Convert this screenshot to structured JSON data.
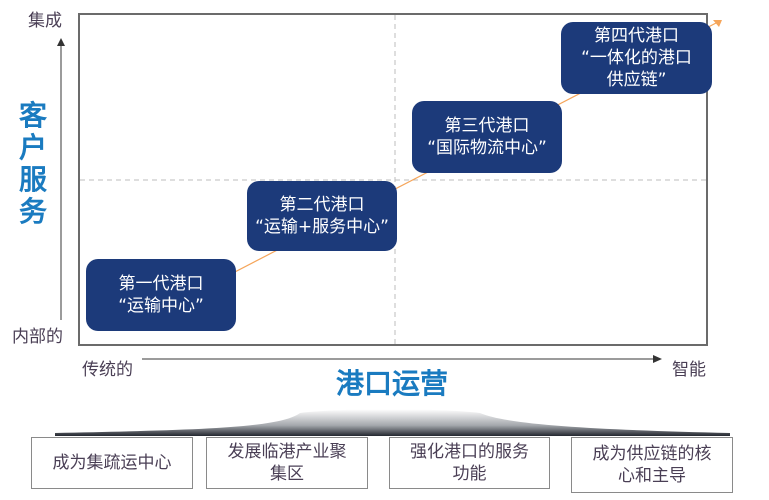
{
  "y_axis": {
    "title": "客户服务",
    "top_label": "集成",
    "bottom_label": "内部的"
  },
  "x_axis": {
    "title": "港口运营",
    "left_label": "传统的",
    "right_label": "智能"
  },
  "stages": [
    {
      "name": "第一代港口",
      "desc": "“运输中心”"
    },
    {
      "name": "第二代港口",
      "desc": "“运输+服务中心”"
    },
    {
      "name": "第三代港口",
      "desc": "“国际物流中心”"
    },
    {
      "name": "第四代港口",
      "desc_line1": "“一体化的港口",
      "desc_line2": "供应链”"
    }
  ],
  "goals": [
    {
      "line1": "成为集疏运中心",
      "line2": ""
    },
    {
      "line1": "发展临港产业聚",
      "line2": "集区"
    },
    {
      "line1": "强化港口的服务",
      "line2": "功能"
    },
    {
      "line1": "成为供应链的核",
      "line2": "心和主导"
    }
  ],
  "colors": {
    "stage_fill": "#1c3a7a",
    "axis_title": "#1a7bc0",
    "progress_line": "#f5a55a"
  }
}
